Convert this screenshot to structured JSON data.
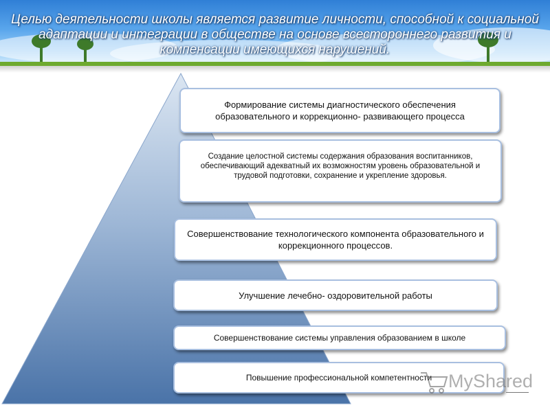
{
  "header": {
    "title": "Целью деятельности школы  является развитие личности, способной к социальной адаптации и интеграции в обществе на основе всестороннего развития и компенсации имеющихся нарушений."
  },
  "pyramid": {
    "levels": [
      "Формирование системы диагностического обеспечения образовательного и коррекционно- развивающего процесса",
      "Создание целостной системы содержания образования воспитанников, обеспечивающий адекватный их возможностям уровень образовательной и трудовой подготовки, сохранение и укрепление здоровья.",
      "Совершенствование технологического компонента образовательного и коррекционного процессов.",
      "Улучшение лечебно- оздоровительной работы",
      "Совершенствование  системы управления образованием  в школе",
      "Повышение  профессиональной  компетентности"
    ]
  },
  "watermark": {
    "text": "MyShared"
  },
  "colors": {
    "pyramid_top": "#dbe6f2",
    "pyramid_bottom": "#4a73a8",
    "box_border": "#a8bfe0",
    "banner_green": "#6eaa2f"
  }
}
